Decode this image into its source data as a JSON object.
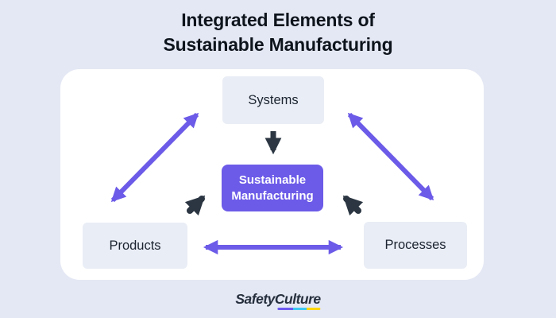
{
  "title": {
    "line1": "Integrated Elements of",
    "line2": "Sustainable Manufacturing"
  },
  "diagram": {
    "systems_label": "Systems",
    "center_line1": "Sustainable",
    "center_line2": "Manufacturing",
    "products_label": "Products",
    "processes_label": "Processes",
    "relationships": [
      "Systems <-> Products (two-way purple arrow)",
      "Systems <-> Processes (two-way purple arrow)",
      "Products <-> Processes (two-way purple arrow)",
      "Systems -> Sustainable Manufacturing (dark arrow)",
      "Products -> Sustainable Manufacturing (dark arrow)",
      "Processes -> Sustainable Manufacturing (dark arrow)"
    ]
  },
  "footer": {
    "brand_part1": "Safety",
    "brand_part2": "Culture"
  },
  "colors": {
    "background": "#E4E8F4",
    "card": "#FFFFFF",
    "node_background": "#E9EDF5",
    "accent_purple": "#6C5BE8",
    "arrow_dark": "#2B3642",
    "title_text": "#0E141C",
    "node_text": "#1B2430",
    "logo_text": "#262F3D",
    "underline_purple": "#6E5AF0",
    "underline_cyan": "#3EC9F2",
    "underline_yellow": "#FFD600"
  }
}
